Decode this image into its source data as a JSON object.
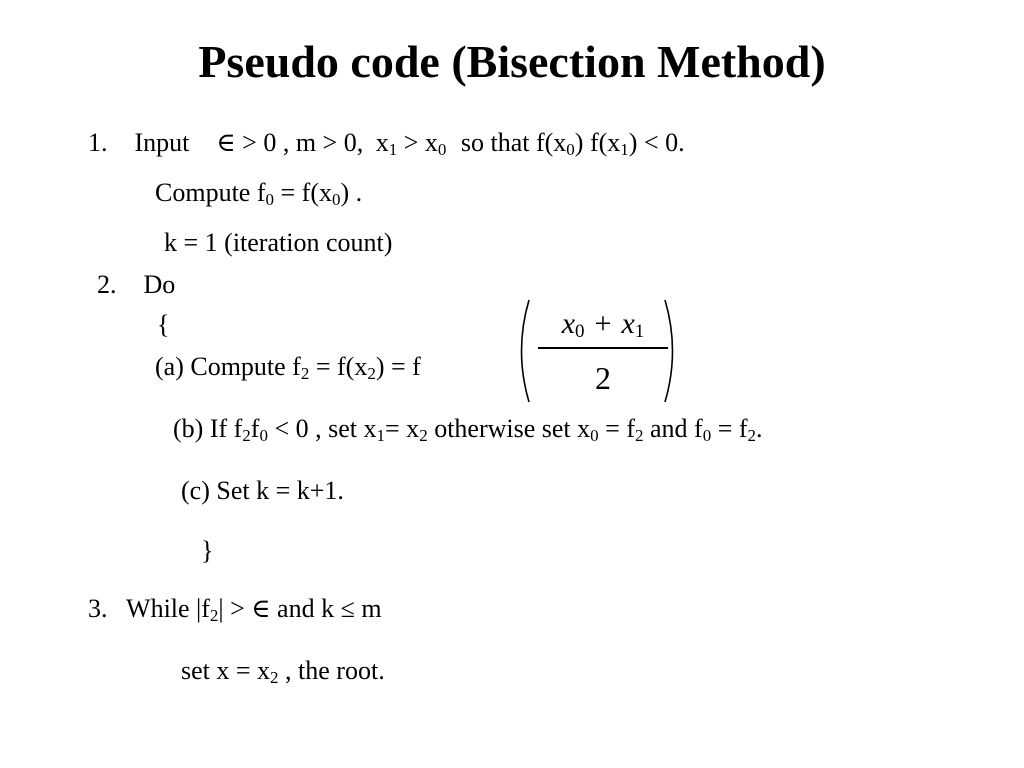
{
  "title": "Pseudo code (Bisection Method)",
  "step1": {
    "number": "1.",
    "input_label": "Input",
    "epsilon": "∈",
    "gt": ">",
    "zero": "0",
    "m_cond": ", m > 0,",
    "x": "x",
    "sub1": "1",
    "sub0": "0",
    "so_that": "so that f(x",
    "close_f": ") f(x",
    "lt_zero": ") < 0.",
    "compute_prefix": "Compute f",
    "compute_mid": " = f(x",
    "compute_end": ") .",
    "k_line": "k = 1 (iteration count)"
  },
  "step2": {
    "number": "2.",
    "do_label": "Do",
    "open_brace": "{",
    "a_prefix": "(a) Compute f",
    "a_sub2": "2",
    "a_mid": " = f(x",
    "a_end": ") = f",
    "fraction": {
      "num_x": "x",
      "num_sub0": "0",
      "plus": "+",
      "num_x2": "x",
      "num_sub1": "1",
      "denominator": "2"
    },
    "b_prefix": "(b)  If f",
    "b_sub2": "2",
    "b_f": "f",
    "b_sub0": "0",
    "b_cond": " < 0 , set x",
    "b_sub1": "1",
    "b_eq": "= x",
    "b_sub2b": "2",
    "b_otherwise": " otherwise set x",
    "b_sub0b": "0",
    "b_eq2": " = f",
    "b_sub2c": "2",
    "b_and": " and f",
    "b_sub0c": "0",
    "b_eq3": " = f",
    "b_sub2d": "2",
    "b_end": ".",
    "c_line": "(c)  Set k = k+1.",
    "close_brace": "}"
  },
  "step3": {
    "number": "3.",
    "while_prefix": "While |f",
    "while_sub2": "2",
    "while_mid": "| > ∈ and k ≤ m",
    "set_prefix": "set x = x",
    "set_sub2": "2",
    "set_end": " , the root."
  }
}
